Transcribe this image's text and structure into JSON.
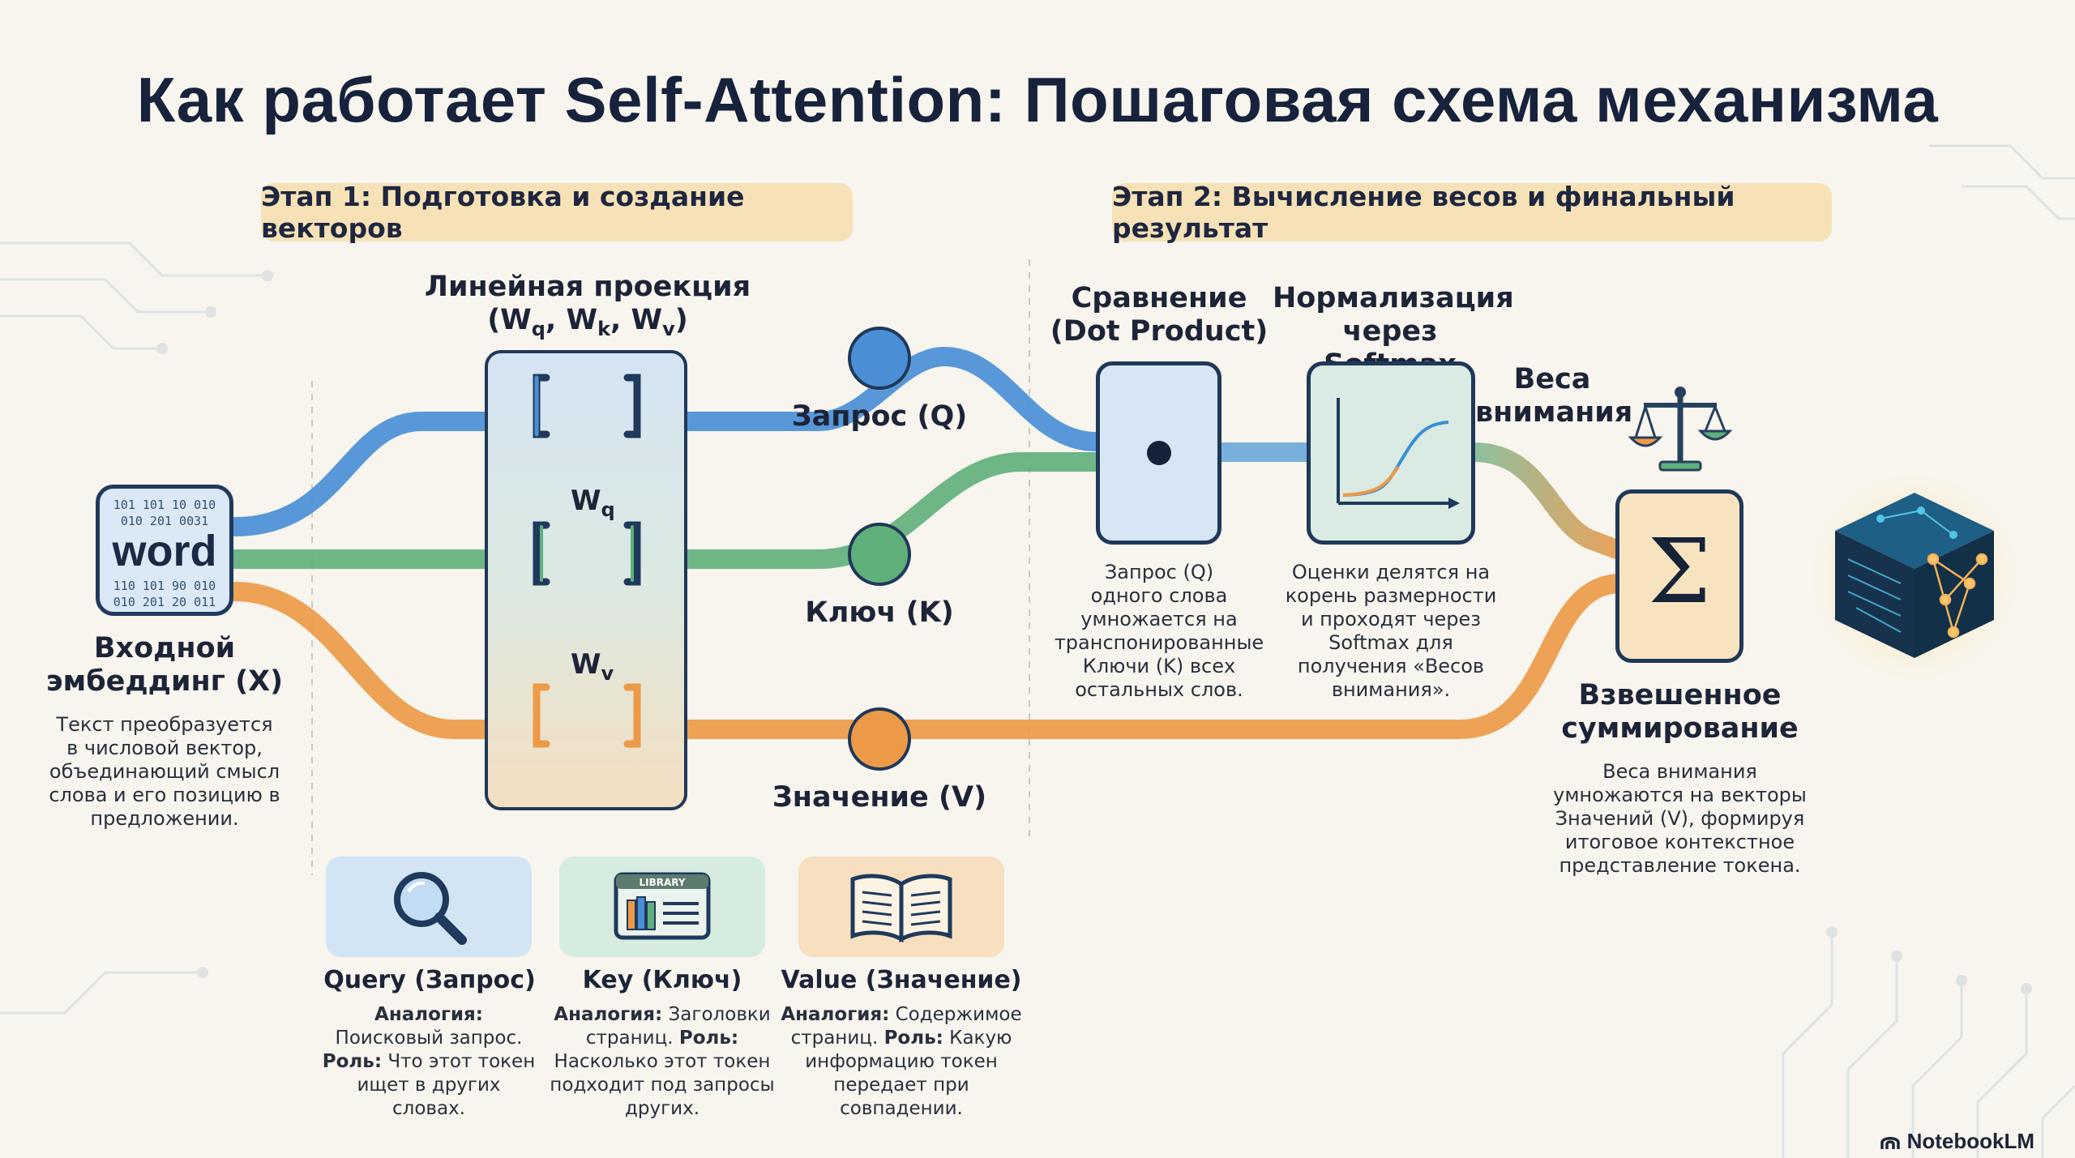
{
  "title": "Как работает Self-Attention: Пошаговая схема механизма",
  "stages": {
    "stage1": "Этап 1: Подготовка и создание векторов",
    "stage2": "Этап 2: Вычисление весов и финальный результат"
  },
  "embedding": {
    "word": "word",
    "bits_top": [
      "101 101 10 010",
      "010 201 0031"
    ],
    "bits_bottom": [
      "110 101 90 010",
      "010 201 20 011"
    ],
    "title_line1": "Входной",
    "title_line2": "эмбеддинг (X)",
    "description": [
      "Текст преобразуется",
      "в числовой вектор,",
      "объединающий смысл",
      "слова и его позицию в",
      "предложении."
    ]
  },
  "projection": {
    "title": "Линейная проекция",
    "subtitle_open": "(W",
    "sub_q": "q",
    "sub_k": "k",
    "sub_v": "v",
    "w_label": "W",
    "comma": ", ",
    "close": ")",
    "wq": "W",
    "wq_sub": "q",
    "wv": "W",
    "wv_sub": "v"
  },
  "streams": {
    "query": "Запрос (Q)",
    "key": "Ключ (K)",
    "value": "Значение (V)"
  },
  "dot_product": {
    "title_line1": "Сравнение",
    "title_line2": "(Dot Product)",
    "description": [
      "Запрос (Q)",
      "одного слова",
      "умножается на",
      "транспонированные",
      "Ключи (K) всех",
      "остальных слов."
    ]
  },
  "softmax": {
    "title_line1": "Нормализация",
    "title_line2": "через Softmax",
    "description": [
      "Оценки делятся на",
      "корень размерности",
      "и проходят через",
      "Softmax для",
      "получения «Весов",
      "внимания»."
    ]
  },
  "weights_label": {
    "line1": "Веса",
    "line2": "внимания"
  },
  "sum": {
    "symbol": "Σ",
    "title_line1": "Взвешенное",
    "title_line2": "суммирование",
    "description": [
      "Веса внимания",
      "умножаются на векторы",
      "Значений (V), формируя",
      "итоговое контекстное",
      "представление токена."
    ]
  },
  "analogies": [
    {
      "title": "Query (Запрос)",
      "analogy_label": "Аналогия:",
      "analogy": " Поисковый запрос. ",
      "role_label": "Роль:",
      "role": " Что этот токен ищет в других словах."
    },
    {
      "title": "Key (Ключ)",
      "analogy_label": "Аналогия:",
      "analogy": " Заголовки страниц. ",
      "role_label": "Роль:",
      "role": " Насколько этот токен подходит под запросы других.",
      "icon_text": "LIBRARY"
    },
    {
      "title": "Value (Значение)",
      "analogy_label": "Аналогия:",
      "analogy": " Содержимое страниц. ",
      "role_label": "Роль:",
      "role": " Какую информацию токен передает при совпадении."
    }
  ],
  "watermark": "NotebookLM",
  "colors": {
    "query": "#4a8fd6",
    "key": "#5fb07a",
    "value": "#ec9a48",
    "navy": "#1f3a5c",
    "stage_pill": "#f6e2b6"
  }
}
